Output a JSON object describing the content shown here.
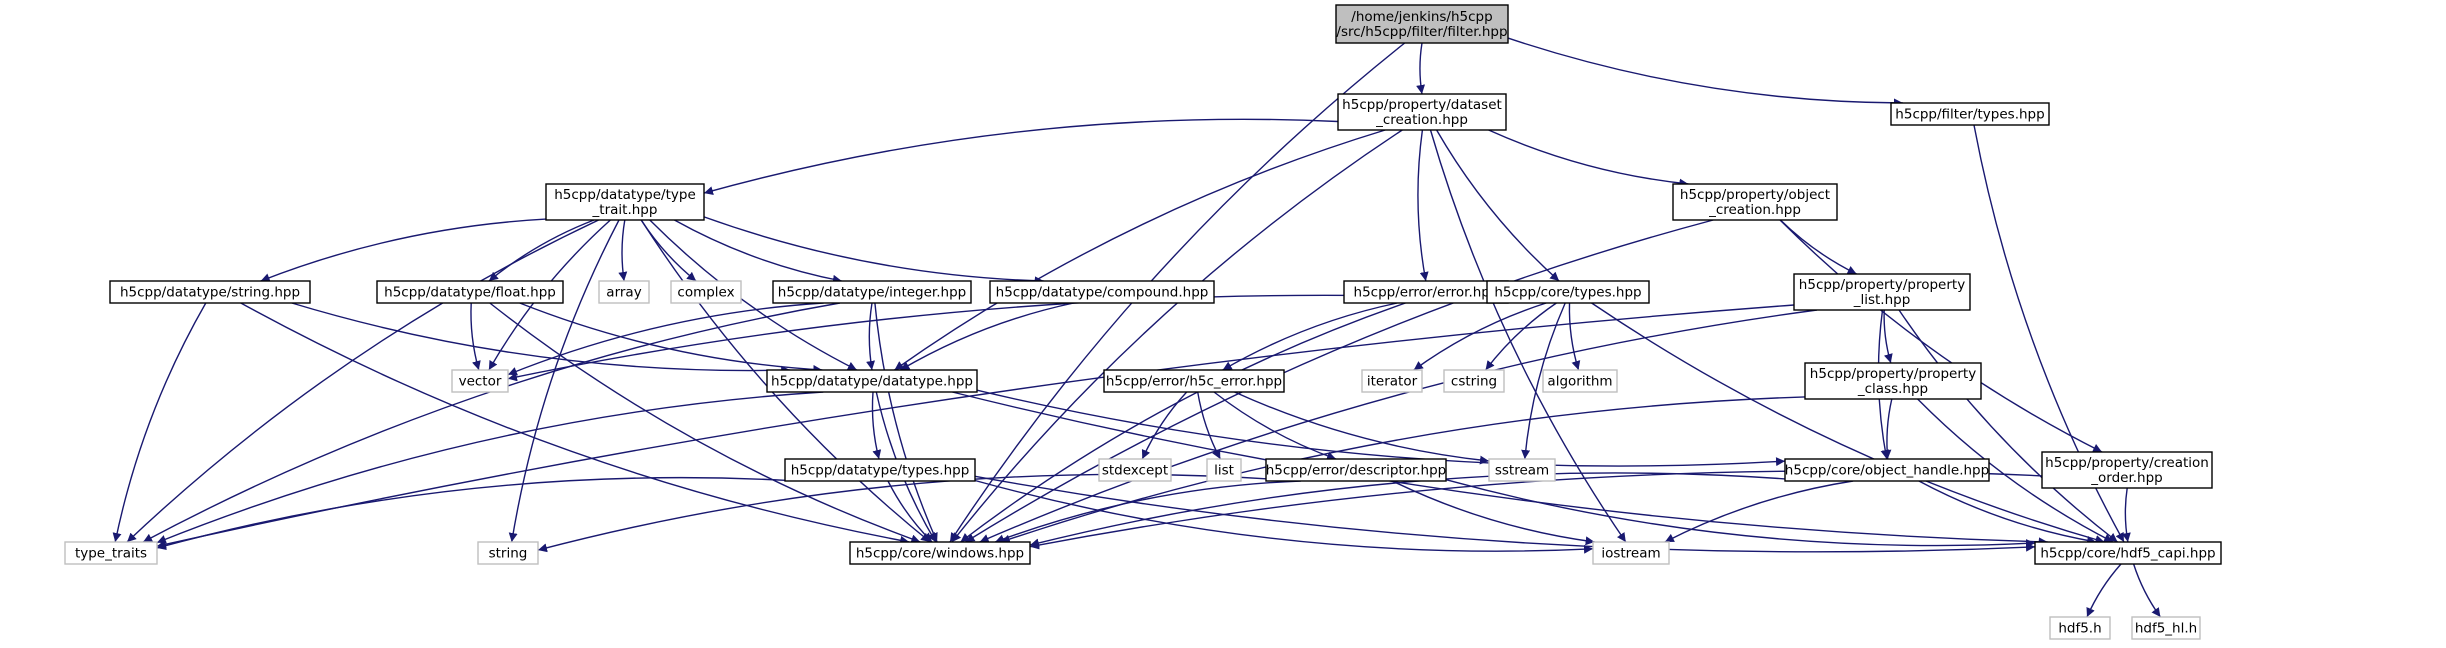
{
  "colors": {
    "edge": "#191970",
    "root_fill": "#bfbfbf",
    "node_border": "#000000",
    "external_border": "#bfbfbf"
  },
  "nodes": [
    {
      "id": "root",
      "kind": "root",
      "lines": [
        "/home/jenkins/h5cpp",
        "/src/h5cpp/filter/filter.hpp"
      ]
    },
    {
      "id": "prop_dataset",
      "kind": "project",
      "lines": [
        "h5cpp/property/dataset",
        "_creation.hpp"
      ]
    },
    {
      "id": "filter_types",
      "kind": "project",
      "lines": [
        "h5cpp/filter/types.hpp"
      ]
    },
    {
      "id": "type_trait",
      "kind": "project",
      "lines": [
        "h5cpp/datatype/type",
        "_trait.hpp"
      ]
    },
    {
      "id": "object_creation",
      "kind": "project",
      "lines": [
        "h5cpp/property/object",
        "_creation.hpp"
      ]
    },
    {
      "id": "string_hpp",
      "kind": "project",
      "lines": [
        "h5cpp/datatype/string.hpp"
      ]
    },
    {
      "id": "float_hpp",
      "kind": "project",
      "lines": [
        "h5cpp/datatype/float.hpp"
      ]
    },
    {
      "id": "array",
      "kind": "external",
      "lines": [
        "array"
      ]
    },
    {
      "id": "complex",
      "kind": "external",
      "lines": [
        "complex"
      ]
    },
    {
      "id": "integer_hpp",
      "kind": "project",
      "lines": [
        "h5cpp/datatype/integer.hpp"
      ]
    },
    {
      "id": "compound_hpp",
      "kind": "project",
      "lines": [
        "h5cpp/datatype/compound.hpp"
      ]
    },
    {
      "id": "error_hpp",
      "kind": "project",
      "lines": [
        "h5cpp/error/error.hpp"
      ]
    },
    {
      "id": "core_types",
      "kind": "project",
      "lines": [
        "h5cpp/core/types.hpp"
      ]
    },
    {
      "id": "property_list",
      "kind": "project",
      "lines": [
        "h5cpp/property/property",
        "_list.hpp"
      ]
    },
    {
      "id": "vector",
      "kind": "external",
      "lines": [
        "vector"
      ]
    },
    {
      "id": "datatype_hpp",
      "kind": "project",
      "lines": [
        "h5cpp/datatype/datatype.hpp"
      ]
    },
    {
      "id": "h5c_error",
      "kind": "project",
      "lines": [
        "h5cpp/error/h5c_error.hpp"
      ]
    },
    {
      "id": "iterator",
      "kind": "external",
      "lines": [
        "iterator"
      ]
    },
    {
      "id": "cstring",
      "kind": "external",
      "lines": [
        "cstring"
      ]
    },
    {
      "id": "algorithm",
      "kind": "external",
      "lines": [
        "algorithm"
      ]
    },
    {
      "id": "property_class",
      "kind": "project",
      "lines": [
        "h5cpp/property/property",
        "_class.hpp"
      ]
    },
    {
      "id": "stdexcept",
      "kind": "external",
      "lines": [
        "stdexcept"
      ]
    },
    {
      "id": "list",
      "kind": "external",
      "lines": [
        "list"
      ]
    },
    {
      "id": "sstream",
      "kind": "external",
      "lines": [
        "sstream"
      ]
    },
    {
      "id": "datatype_types",
      "kind": "project",
      "lines": [
        "h5cpp/datatype/types.hpp"
      ]
    },
    {
      "id": "descriptor",
      "kind": "project",
      "lines": [
        "h5cpp/error/descriptor.hpp"
      ]
    },
    {
      "id": "object_handle",
      "kind": "project",
      "lines": [
        "h5cpp/core/object_handle.hpp"
      ]
    },
    {
      "id": "creation_order",
      "kind": "project",
      "lines": [
        "h5cpp/property/creation",
        "_order.hpp"
      ]
    },
    {
      "id": "type_traits",
      "kind": "external",
      "lines": [
        "type_traits"
      ]
    },
    {
      "id": "string",
      "kind": "external",
      "lines": [
        "string"
      ]
    },
    {
      "id": "windows_hpp",
      "kind": "project",
      "lines": [
        "h5cpp/core/windows.hpp"
      ]
    },
    {
      "id": "iostream",
      "kind": "external",
      "lines": [
        "iostream"
      ]
    },
    {
      "id": "hdf5_capi",
      "kind": "project",
      "lines": [
        "h5cpp/core/hdf5_capi.hpp"
      ]
    },
    {
      "id": "hdf5_h",
      "kind": "external",
      "lines": [
        "hdf5.h"
      ]
    },
    {
      "id": "hdf5_hl_h",
      "kind": "external",
      "lines": [
        "hdf5_hl.h"
      ]
    }
  ],
  "edges": [
    [
      "root",
      "prop_dataset"
    ],
    [
      "root",
      "filter_types"
    ],
    [
      "root",
      "windows_hpp"
    ],
    [
      "prop_dataset",
      "type_trait"
    ],
    [
      "prop_dataset",
      "object_creation"
    ],
    [
      "prop_dataset",
      "error_hpp"
    ],
    [
      "prop_dataset",
      "core_types"
    ],
    [
      "prop_dataset",
      "datatype_hpp"
    ],
    [
      "prop_dataset",
      "windows_hpp"
    ],
    [
      "prop_dataset",
      "iostream"
    ],
    [
      "filter_types",
      "hdf5_capi"
    ],
    [
      "type_trait",
      "string_hpp"
    ],
    [
      "type_trait",
      "float_hpp"
    ],
    [
      "type_trait",
      "array"
    ],
    [
      "type_trait",
      "complex"
    ],
    [
      "type_trait",
      "integer_hpp"
    ],
    [
      "type_trait",
      "compound_hpp"
    ],
    [
      "type_trait",
      "vector"
    ],
    [
      "type_trait",
      "type_traits"
    ],
    [
      "type_trait",
      "string"
    ],
    [
      "type_trait",
      "windows_hpp"
    ],
    [
      "type_trait",
      "datatype_hpp"
    ],
    [
      "object_creation",
      "property_list"
    ],
    [
      "object_creation",
      "creation_order"
    ],
    [
      "object_creation",
      "windows_hpp"
    ],
    [
      "string_hpp",
      "datatype_hpp"
    ],
    [
      "string_hpp",
      "type_traits"
    ],
    [
      "string_hpp",
      "windows_hpp"
    ],
    [
      "float_hpp",
      "vector"
    ],
    [
      "float_hpp",
      "datatype_hpp"
    ],
    [
      "float_hpp",
      "windows_hpp"
    ],
    [
      "integer_hpp",
      "vector"
    ],
    [
      "integer_hpp",
      "datatype_hpp"
    ],
    [
      "integer_hpp",
      "type_traits"
    ],
    [
      "integer_hpp",
      "windows_hpp"
    ],
    [
      "compound_hpp",
      "datatype_hpp"
    ],
    [
      "error_hpp",
      "h5c_error"
    ],
    [
      "error_hpp",
      "windows_hpp"
    ],
    [
      "core_types",
      "iterator"
    ],
    [
      "core_types",
      "cstring"
    ],
    [
      "core_types",
      "algorithm"
    ],
    [
      "core_types",
      "sstream"
    ],
    [
      "core_types",
      "hdf5_capi"
    ],
    [
      "core_types",
      "vector"
    ],
    [
      "property_list",
      "property_class"
    ],
    [
      "property_list",
      "object_handle"
    ],
    [
      "property_list",
      "hdf5_capi"
    ],
    [
      "property_list",
      "windows_hpp"
    ],
    [
      "property_list",
      "type_traits"
    ],
    [
      "datatype_hpp",
      "datatype_types"
    ],
    [
      "datatype_hpp",
      "object_handle"
    ],
    [
      "datatype_hpp",
      "type_traits"
    ],
    [
      "datatype_hpp",
      "windows_hpp"
    ],
    [
      "datatype_hpp",
      "hdf5_capi"
    ],
    [
      "h5c_error",
      "stdexcept"
    ],
    [
      "h5c_error",
      "list"
    ],
    [
      "h5c_error",
      "sstream"
    ],
    [
      "h5c_error",
      "descriptor"
    ],
    [
      "property_class",
      "object_handle"
    ],
    [
      "property_class",
      "hdf5_capi"
    ],
    [
      "property_class",
      "windows_hpp"
    ],
    [
      "datatype_types",
      "type_traits"
    ],
    [
      "datatype_types",
      "windows_hpp"
    ],
    [
      "datatype_types",
      "hdf5_capi"
    ],
    [
      "datatype_types",
      "iostream"
    ],
    [
      "descriptor",
      "string"
    ],
    [
      "descriptor",
      "windows_hpp"
    ],
    [
      "descriptor",
      "iostream"
    ],
    [
      "descriptor",
      "hdf5_capi"
    ],
    [
      "object_handle",
      "windows_hpp"
    ],
    [
      "object_handle",
      "hdf5_capi"
    ],
    [
      "object_handle",
      "iostream"
    ],
    [
      "creation_order",
      "hdf5_capi"
    ],
    [
      "creation_order",
      "windows_hpp"
    ],
    [
      "hdf5_capi",
      "hdf5_h"
    ],
    [
      "hdf5_capi",
      "hdf5_hl_h"
    ]
  ]
}
